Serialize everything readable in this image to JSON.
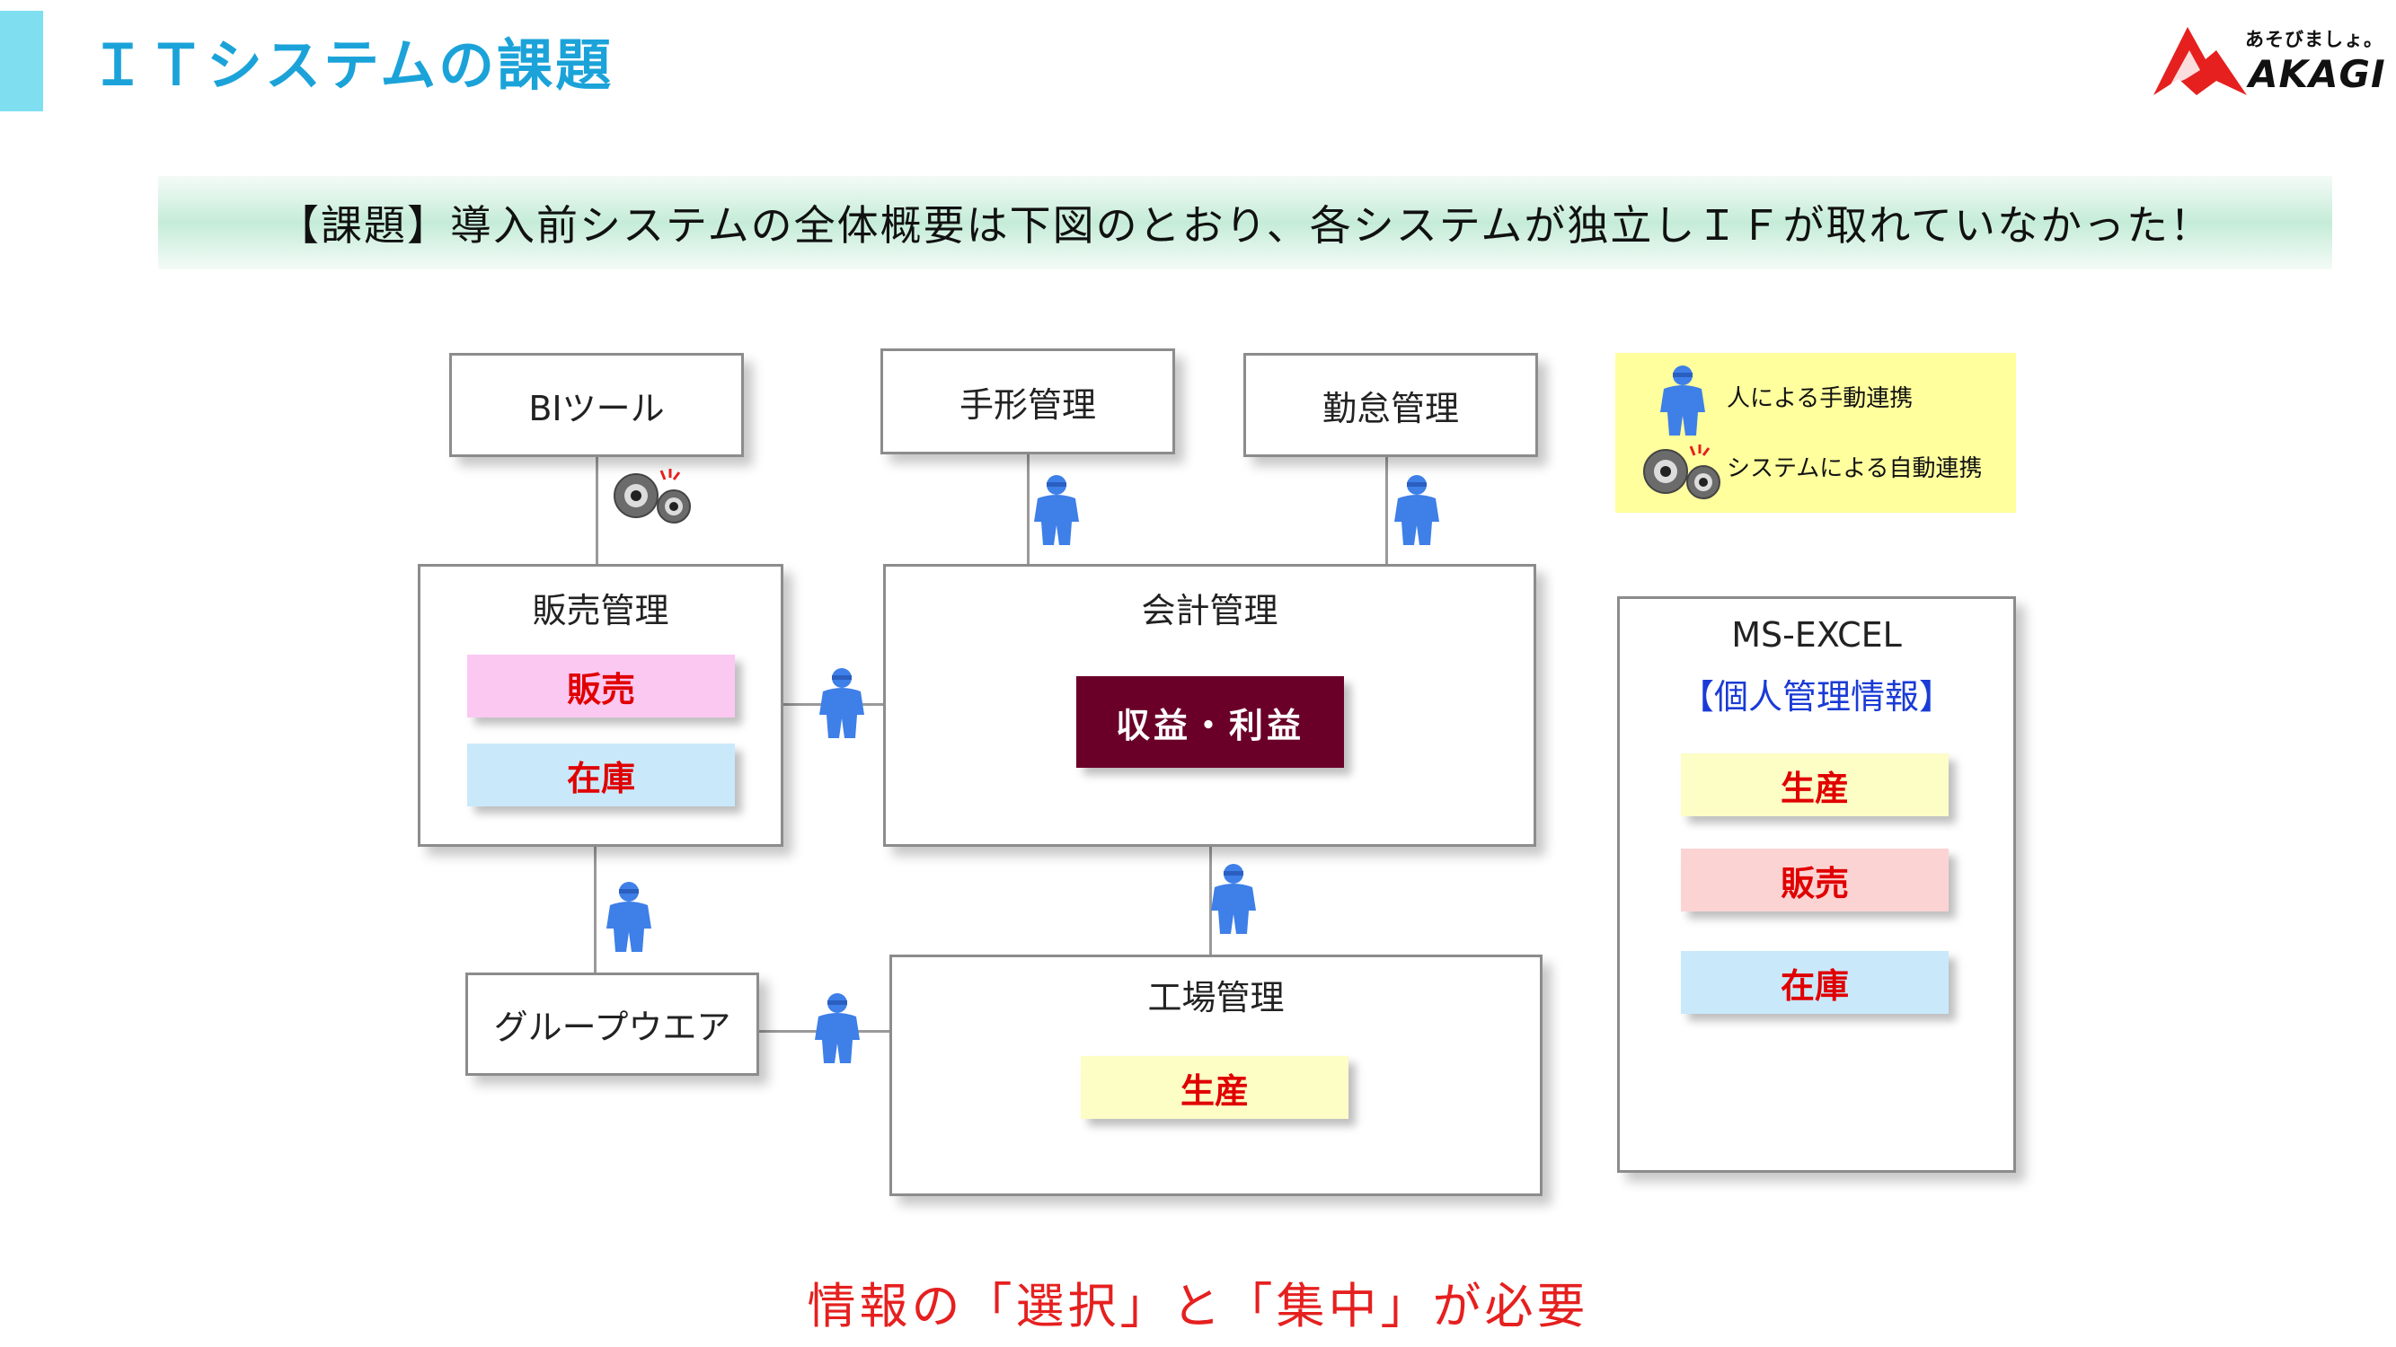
{
  "header": {
    "title": "ＩＴシステムの課題",
    "logo_tagline": "あそびましょ。",
    "logo_wordmark": "AKAGI",
    "accent_color": "#1ba3d9"
  },
  "banner": {
    "text": "【課題】導入前システムの全体概要は下図のとおり、各システムが独立しＩＦが取れていなかった！"
  },
  "diagram": {
    "bi_tool": "BIツール",
    "notes_mgmt": "手形管理",
    "attendance_mgmt": "勤怠管理",
    "sales_mgmt": {
      "title": "販売管理",
      "items": [
        {
          "label": "販売",
          "color": "#fbc8f2"
        },
        {
          "label": "在庫",
          "color": "#c9e9fb"
        }
      ]
    },
    "accounting": {
      "title": "会計管理",
      "item": {
        "label": "収益・利益",
        "color": "#6a0028"
      }
    },
    "groupware": "グループウエア",
    "factory": {
      "title": "工場管理",
      "item": {
        "label": "生産",
        "color": "#fdfdc6"
      }
    },
    "excel": {
      "title": "MS-EXCEL",
      "subtitle": "【個人管理情報】",
      "items": [
        {
          "label": "生産",
          "color": "#fdfdc6"
        },
        {
          "label": "販売",
          "color": "#fcd3d3"
        },
        {
          "label": "在庫",
          "color": "#c9e9fb"
        }
      ]
    }
  },
  "legend": {
    "manual": {
      "icon": "person-icon",
      "label": "人による手動連携"
    },
    "auto": {
      "icon": "gears-icon",
      "label": "システムによる自動連携"
    }
  },
  "footer": {
    "message": "情報の「選択」と「集中」が必要",
    "color": "#e5201f"
  }
}
